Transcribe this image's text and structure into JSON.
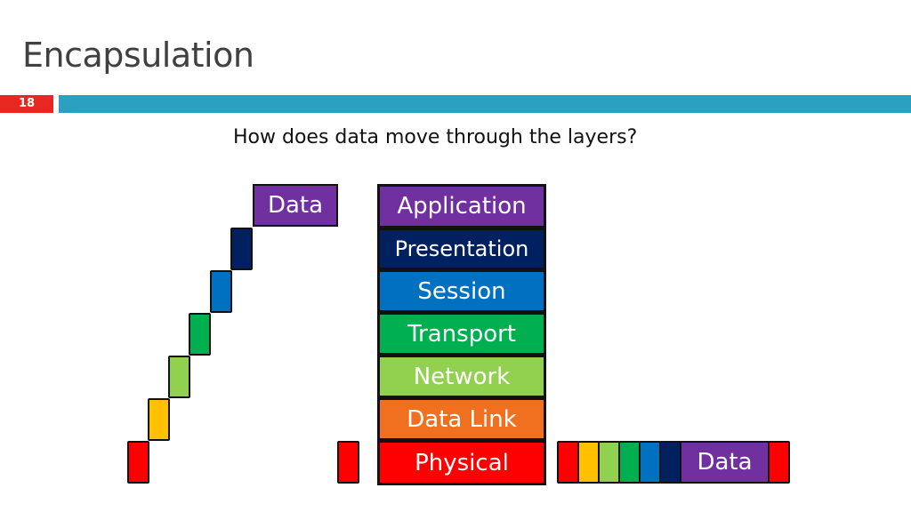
{
  "slide": {
    "title": "Encapsulation",
    "number": "18",
    "question": "How does data move through the layers?"
  },
  "data_box": {
    "label": "Data",
    "color": "#7030a0"
  },
  "layers": [
    {
      "name": "Application",
      "color": "#7030a0"
    },
    {
      "name": "Presentation",
      "color": "#002060"
    },
    {
      "name": "Session",
      "color": "#0070c0"
    },
    {
      "name": "Transport",
      "color": "#00b050"
    },
    {
      "name": "Network",
      "color": "#92d050"
    },
    {
      "name": "Data Link",
      "color": "#f07020"
    },
    {
      "name": "Physical",
      "color": "#ff0000"
    }
  ],
  "header_colors": {
    "presentation": "#002060",
    "session": "#0070c0",
    "transport": "#00b050",
    "network": "#92d050",
    "datalink": "#ffc000",
    "physical": "#ff0000"
  },
  "frame": {
    "data_label": "Data"
  }
}
